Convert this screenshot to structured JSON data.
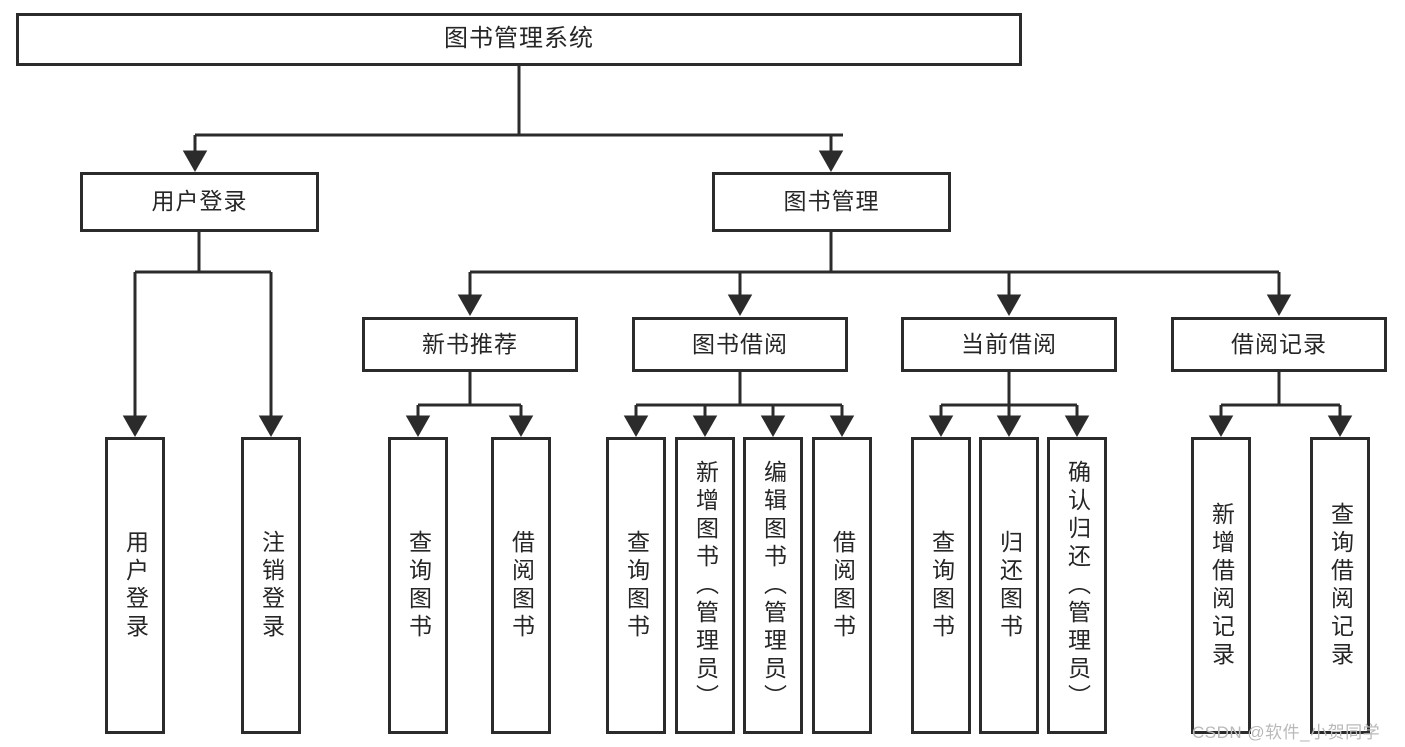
{
  "diagram": {
    "type": "tree-hierarchy",
    "title": "图书管理系统",
    "root": {
      "label": "图书管理系统"
    },
    "level2": [
      {
        "id": "user-login",
        "label": "用户登录"
      },
      {
        "id": "book-manage",
        "label": "图书管理"
      }
    ],
    "level3": [
      {
        "id": "new-book-recommend",
        "label": "新书推荐",
        "parent": "book-manage"
      },
      {
        "id": "book-borrow",
        "label": "图书借阅",
        "parent": "book-manage"
      },
      {
        "id": "current-borrow",
        "label": "当前借阅",
        "parent": "book-manage"
      },
      {
        "id": "borrow-record",
        "label": "借阅记录",
        "parent": "book-manage"
      }
    ],
    "leaves": {
      "user_login": [
        {
          "id": "leaf-user-login",
          "label": "用户登录"
        },
        {
          "id": "leaf-logout",
          "label": "注销登录"
        }
      ],
      "new_book_recommend": [
        {
          "id": "leaf-query-book-1",
          "label": "查询图书"
        },
        {
          "id": "leaf-borrow-book-1",
          "label": "借阅图书"
        }
      ],
      "book_borrow": [
        {
          "id": "leaf-query-book-2",
          "label": "查询图书"
        },
        {
          "id": "leaf-add-book",
          "label": "新增图书（管理员）"
        },
        {
          "id": "leaf-edit-book",
          "label": "编辑图书（管理员）"
        },
        {
          "id": "leaf-borrow-book-2",
          "label": "借阅图书"
        }
      ],
      "current_borrow": [
        {
          "id": "leaf-query-book-3",
          "label": "查询图书"
        },
        {
          "id": "leaf-return-book",
          "label": "归还图书"
        },
        {
          "id": "leaf-confirm-return",
          "label": "确认归还（管理员）"
        }
      ],
      "borrow_record": [
        {
          "id": "leaf-add-record",
          "label": "新增借阅记录"
        },
        {
          "id": "leaf-query-record",
          "label": "查询借阅记录"
        }
      ]
    },
    "colors": {
      "box_border": "#2b2b2b",
      "box_fill": "#ffffff",
      "text": "#262626",
      "connector": "#2b2b2b",
      "watermark": "#b9b9b9",
      "background": "#ffffff"
    }
  },
  "watermark": {
    "text": "CSDN @软件_小贺同学"
  }
}
